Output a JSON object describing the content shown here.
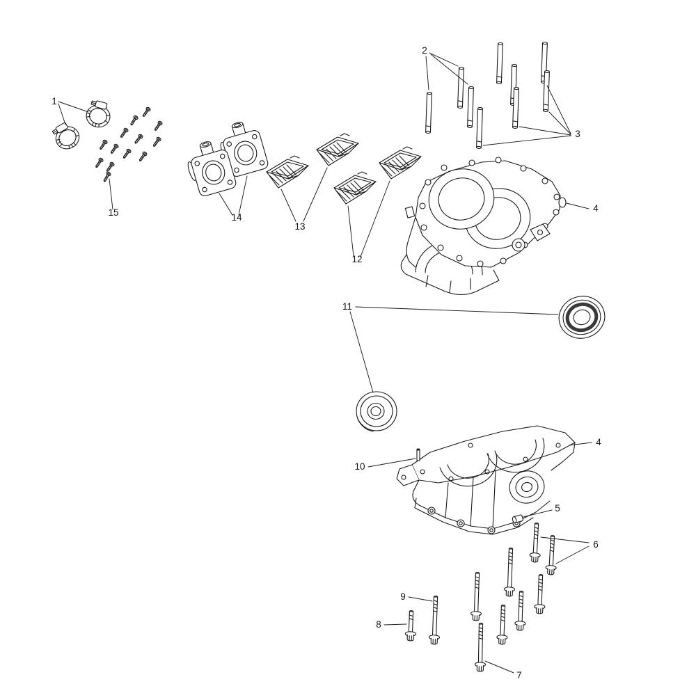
{
  "figure": {
    "background_color": "#ffffff",
    "line_color": "#1a1a1a"
  },
  "callouts": {
    "c1": {
      "label": "1"
    },
    "c2": {
      "label": "2"
    },
    "c3": {
      "label": "3"
    },
    "c4a": {
      "label": "4"
    },
    "c4b": {
      "label": "4"
    },
    "c5": {
      "label": "5"
    },
    "c6": {
      "label": "6"
    },
    "c7": {
      "label": "7"
    },
    "c8": {
      "label": "8"
    },
    "c9": {
      "label": "9"
    },
    "c10": {
      "label": "10"
    },
    "c11": {
      "label": "11"
    },
    "c12": {
      "label": "12"
    },
    "c13": {
      "label": "13"
    },
    "c14": {
      "label": "14"
    },
    "c15": {
      "label": "15"
    }
  }
}
